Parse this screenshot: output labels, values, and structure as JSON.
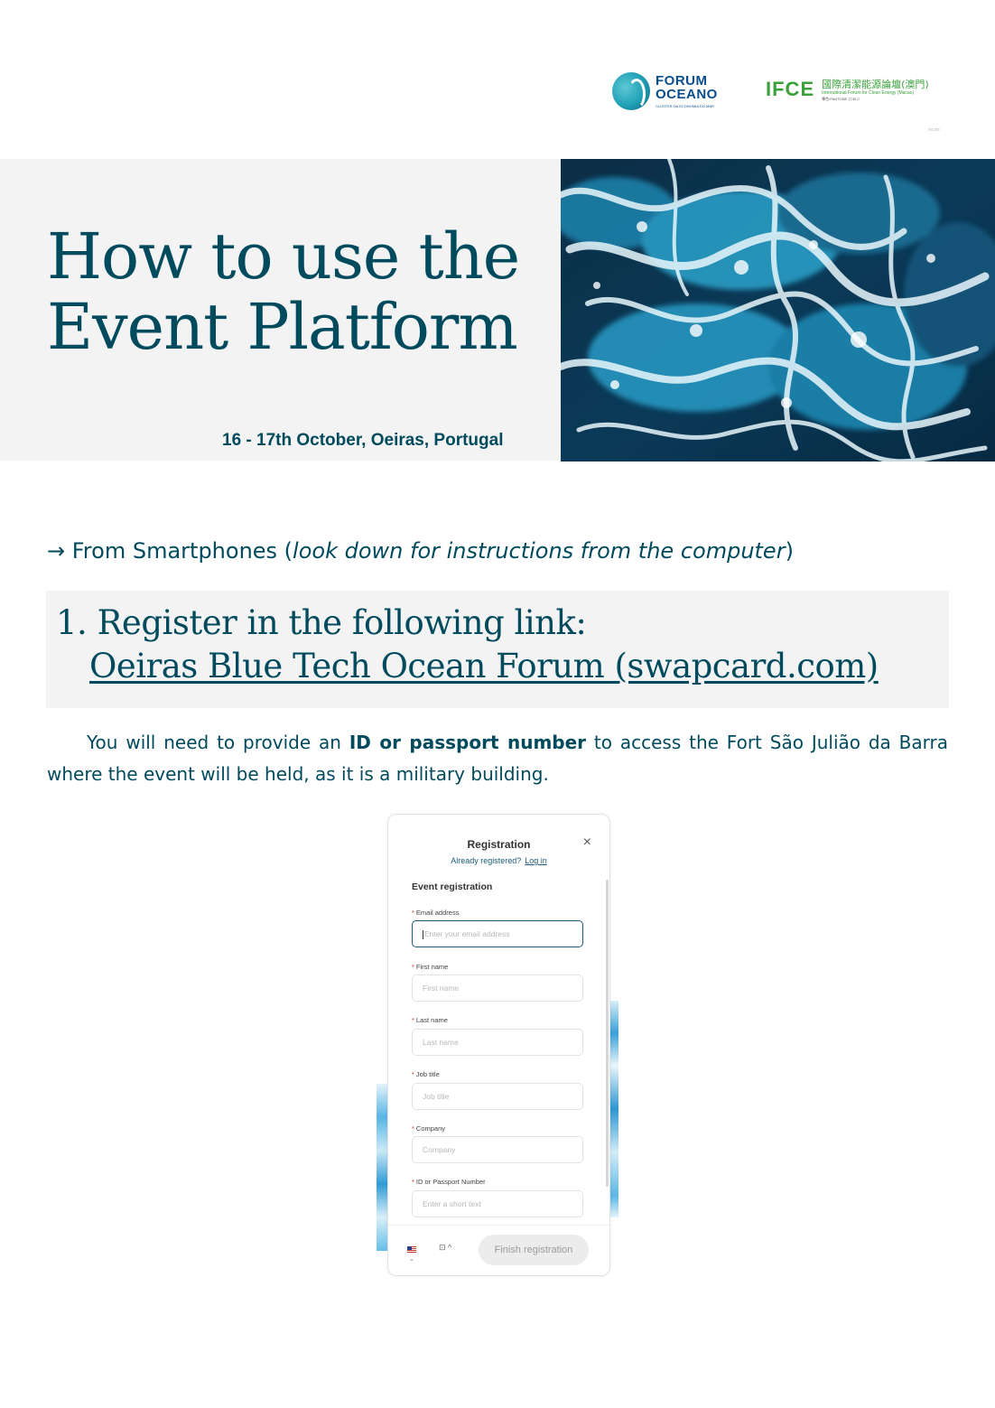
{
  "logos": {
    "forum_oceano": {
      "line1": "FORUM",
      "line2": "OCEANO",
      "sub": "CLUSTER DA ECONOMIA DO MAR"
    },
    "ifce": {
      "mark": "IFCE",
      "chinese": "國際清潔能源論壇(澳門)",
      "english": "International Forum for Clean Energy (Macao)",
      "pantone": "專色:PANTONE 7740 C"
    },
    "corner_mark": "mcsis"
  },
  "hero": {
    "title_line1": "How to use the",
    "title_line2": "Event Platform",
    "date": "16 - 17th October, Oeiras, Portugal"
  },
  "section": {
    "arrow": "→",
    "smartphones": "From Smartphones (",
    "smartphones_italic": "look down for instructions from the computer",
    "smartphones_close": ")"
  },
  "step1": {
    "line": "1. Register in the following link:",
    "link": "Oeiras Blue Tech Ocean  Forum (swapcard.com)"
  },
  "info": {
    "part1": "You will need to provide an ",
    "bold": "ID or passport number",
    "part2": " to access the Fort São Julião da Barra where the event will be held, as it is a military building."
  },
  "registration": {
    "title": "Registration",
    "close": "×",
    "already": "Already registered?",
    "login": "Log in",
    "section": "Event registration",
    "fields": [
      {
        "label": "Email address",
        "placeholder": "Enter your email address"
      },
      {
        "label": "First name",
        "placeholder": "First name"
      },
      {
        "label": "Last name",
        "placeholder": "Last name"
      },
      {
        "label": "Job title",
        "placeholder": "Job title"
      },
      {
        "label": "Company",
        "placeholder": "Company"
      },
      {
        "label": "ID or Passport Number",
        "placeholder": "Enter a short text"
      }
    ],
    "star": "*",
    "footer_chevron": "⌄",
    "footer_mini": "⊡ ^",
    "finish": "Finish registration"
  }
}
